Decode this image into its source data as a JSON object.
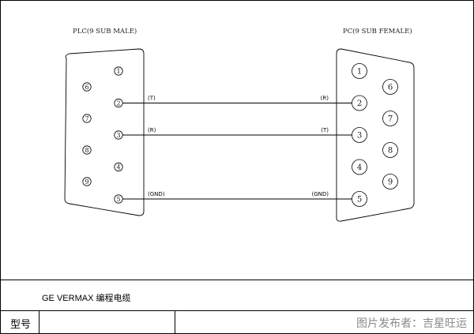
{
  "diagram": {
    "left_connector": {
      "title": "PLC(9 SUB MALE)",
      "pins_col1": [
        "6",
        "7",
        "8",
        "9"
      ],
      "pins_col2": [
        "1",
        "2",
        "3",
        "4",
        "5"
      ]
    },
    "right_connector": {
      "title": "PC(9 SUB FEMALE)",
      "pins_col1": [
        "1",
        "2",
        "3",
        "4",
        "5"
      ],
      "pins_col2": [
        "6",
        "7",
        "8",
        "9"
      ]
    },
    "wires": [
      {
        "from_pin": "2",
        "to_pin": "2",
        "left_label": "(T)",
        "right_label": "(R)"
      },
      {
        "from_pin": "3",
        "to_pin": "3",
        "left_label": "(R)",
        "right_label": "(T)"
      },
      {
        "from_pin": "5",
        "to_pin": "5",
        "left_label": "(GND)",
        "right_label": "(GND)"
      }
    ]
  },
  "title_block": {
    "title": "GE VERMAX 编程电缆",
    "model_label": "型号",
    "publisher": "图片发布者：吉星旺运"
  }
}
